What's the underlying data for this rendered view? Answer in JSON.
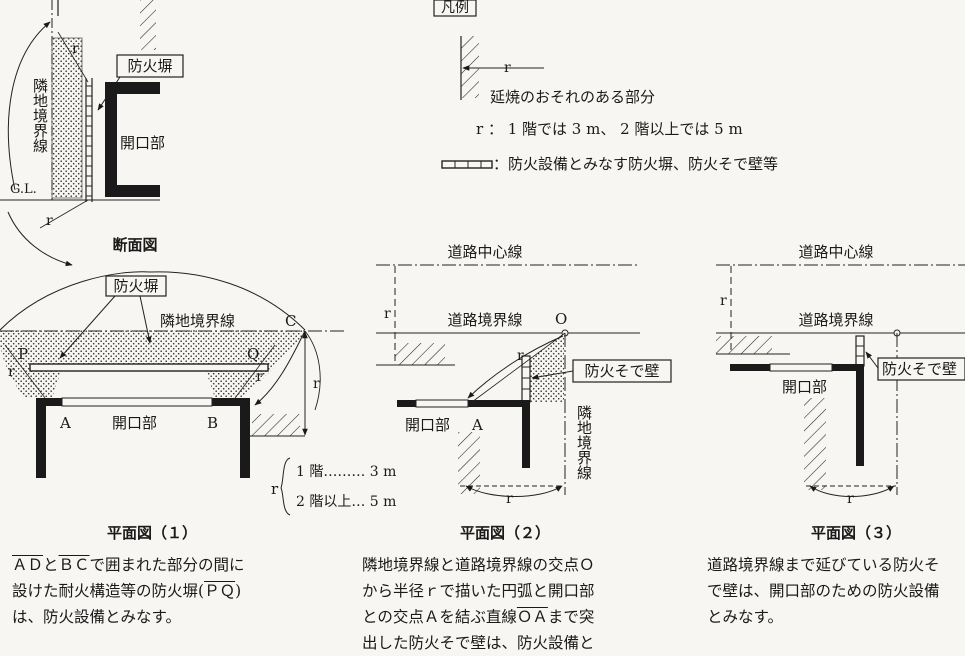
{
  "legend": {
    "title": "凡例",
    "r_mark": "r",
    "hatch_desc": "延焼のおそれのある部分",
    "r_def": "r ： 1 階では 3 m、 2 階以上では 5 m",
    "wall_desc": "：防火設備とみなす防火塀、防火そで壁等"
  },
  "section": {
    "title": "断面図",
    "neighbor_line": "隣地境界線",
    "fence": "防火塀",
    "opening": "開口部",
    "gl": "G.L.",
    "r1": "r",
    "r2": "r"
  },
  "plan1": {
    "title": "平面図（１）",
    "fence": "防火塀",
    "neighbor_line": "隣地境界線",
    "pt_c": "C",
    "pt_p": "P",
    "pt_q": "Q",
    "pt_a": "A",
    "pt_b": "B",
    "opening": "開口部",
    "r_left": "r",
    "r_right": "r",
    "r_dim": "r",
    "floor_r": "r",
    "floor1": "1 階……… 3 m",
    "floor2": "2 階以上… 5 m",
    "caption": {
      "ad": "ＡＤ",
      "and": "と",
      "bc": "ＢＣ",
      "line1_rest": "で囲まれた部分の間に",
      "line2_a": "設けた耐火構造等の防火塀(",
      "pq": "ＰＱ",
      "line2_b": ")",
      "line3": "は、防火設備とみなす。"
    }
  },
  "plan2": {
    "title": "平面図（２）",
    "road_center": "道路中心線",
    "road_boundary": "道路境界線",
    "pt_o": "O",
    "r_dim": "r",
    "r_arc": "r",
    "wing_wall": "防火そで壁",
    "opening": "開口部",
    "pt_a": "A",
    "neighbor_line": "隣地境界線",
    "r_bottom": "r",
    "caption": {
      "line1": "隣地境界線と道路境界線の交点Ｏ",
      "line2": "から半径ｒで描いた円弧と開口部",
      "line3_a": "との交点Ａを結ぶ直線",
      "oa": "ＯＡ",
      "line3_b": "まで突",
      "line4": "出した防火そで壁は、防火設備と"
    }
  },
  "plan3": {
    "title": "平面図（３）",
    "road_center": "道路中心線",
    "road_boundary": "道路境界線",
    "r_dim": "r",
    "wing_wall": "防火そで壁",
    "opening": "開口部",
    "r_bottom": "r",
    "caption": {
      "line1": "道路境界線まで延びている防火そ",
      "line2": "で壁は、開口部のための防火設備",
      "line3": "とみなす。"
    }
  }
}
